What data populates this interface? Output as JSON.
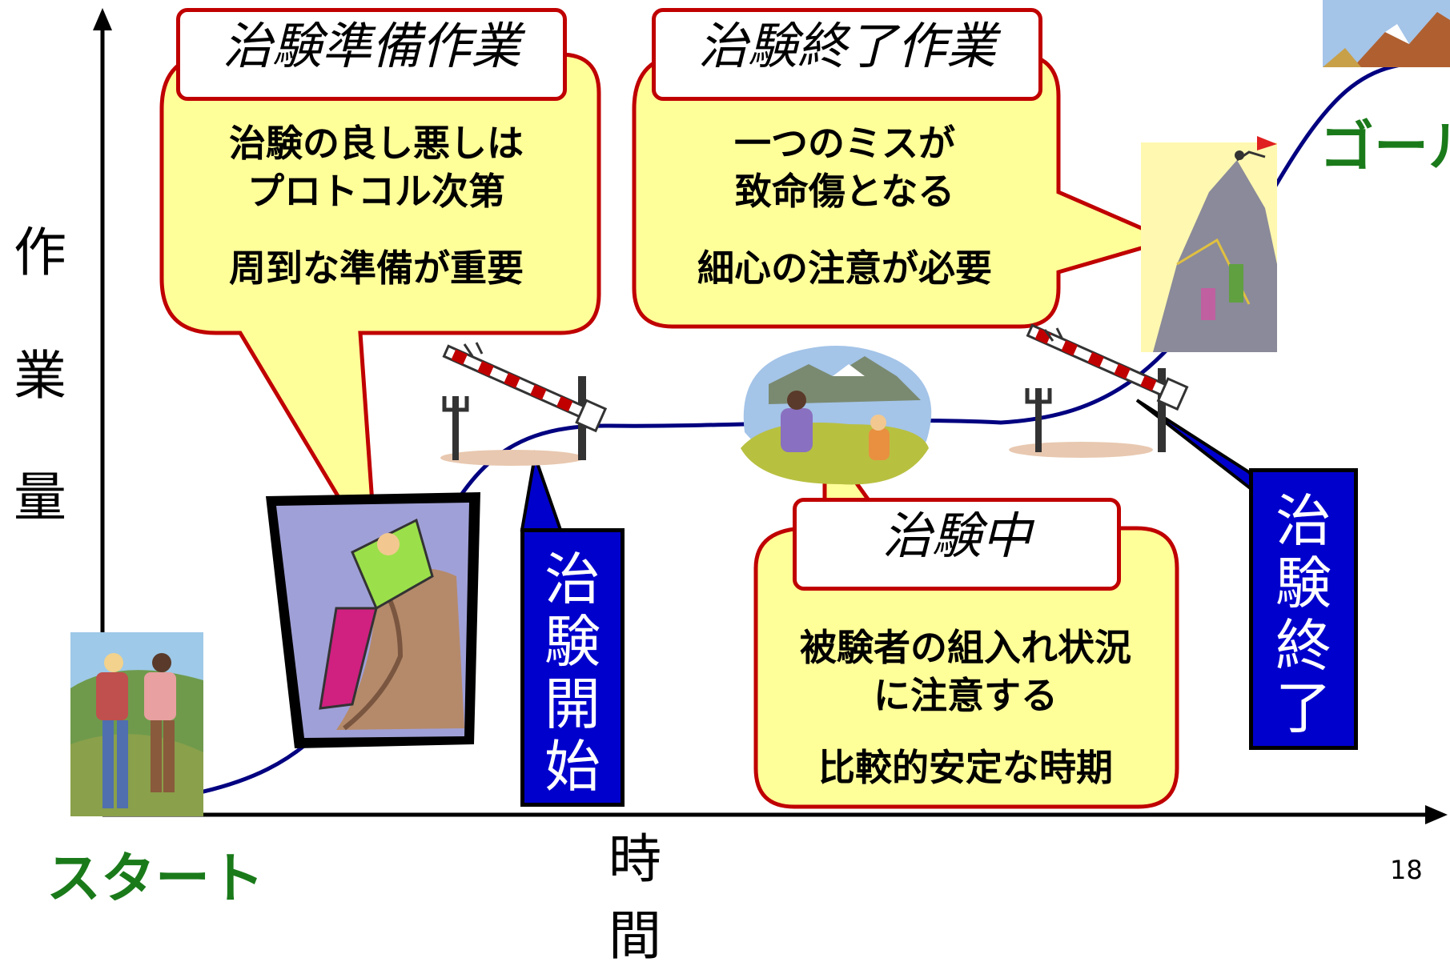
{
  "axes": {
    "y_label": [
      "作",
      "業",
      "量"
    ],
    "x_label": "時　間"
  },
  "milestones": {
    "start": "スタート",
    "goal": "ゴール"
  },
  "callouts": {
    "prep": {
      "title": "治験準備作業",
      "line1": "治験の良し悪しは",
      "line2": "プロトコル次第",
      "line3": "周到な準備が重要"
    },
    "end_work": {
      "title": "治験終了作業",
      "line1": "一つのミスが",
      "line2": "致命傷となる",
      "line3": "細心の注意が必要"
    },
    "during": {
      "title": "治験中",
      "line1": "被験者の組入れ状況",
      "line2": "に注意する",
      "line3": "比較的安定な時期"
    }
  },
  "phase_markers": {
    "trial_start": [
      "治",
      "験",
      "開",
      "始"
    ],
    "trial_end": [
      "治",
      "験",
      "終",
      "了"
    ]
  },
  "page_number": "18",
  "colors": {
    "callout_fill": "#ffff99",
    "callout_border": "#c00000",
    "marker_fill": "#0000cc",
    "curve": "#000080",
    "milestone_text": "#1a7a1a"
  },
  "icons": [
    "hikers-clipart",
    "rock-climber-clipart",
    "gate-barrier-icon",
    "resting-hikers-clipart",
    "summit-climbers-clipart",
    "mountain-peak-clipart"
  ]
}
